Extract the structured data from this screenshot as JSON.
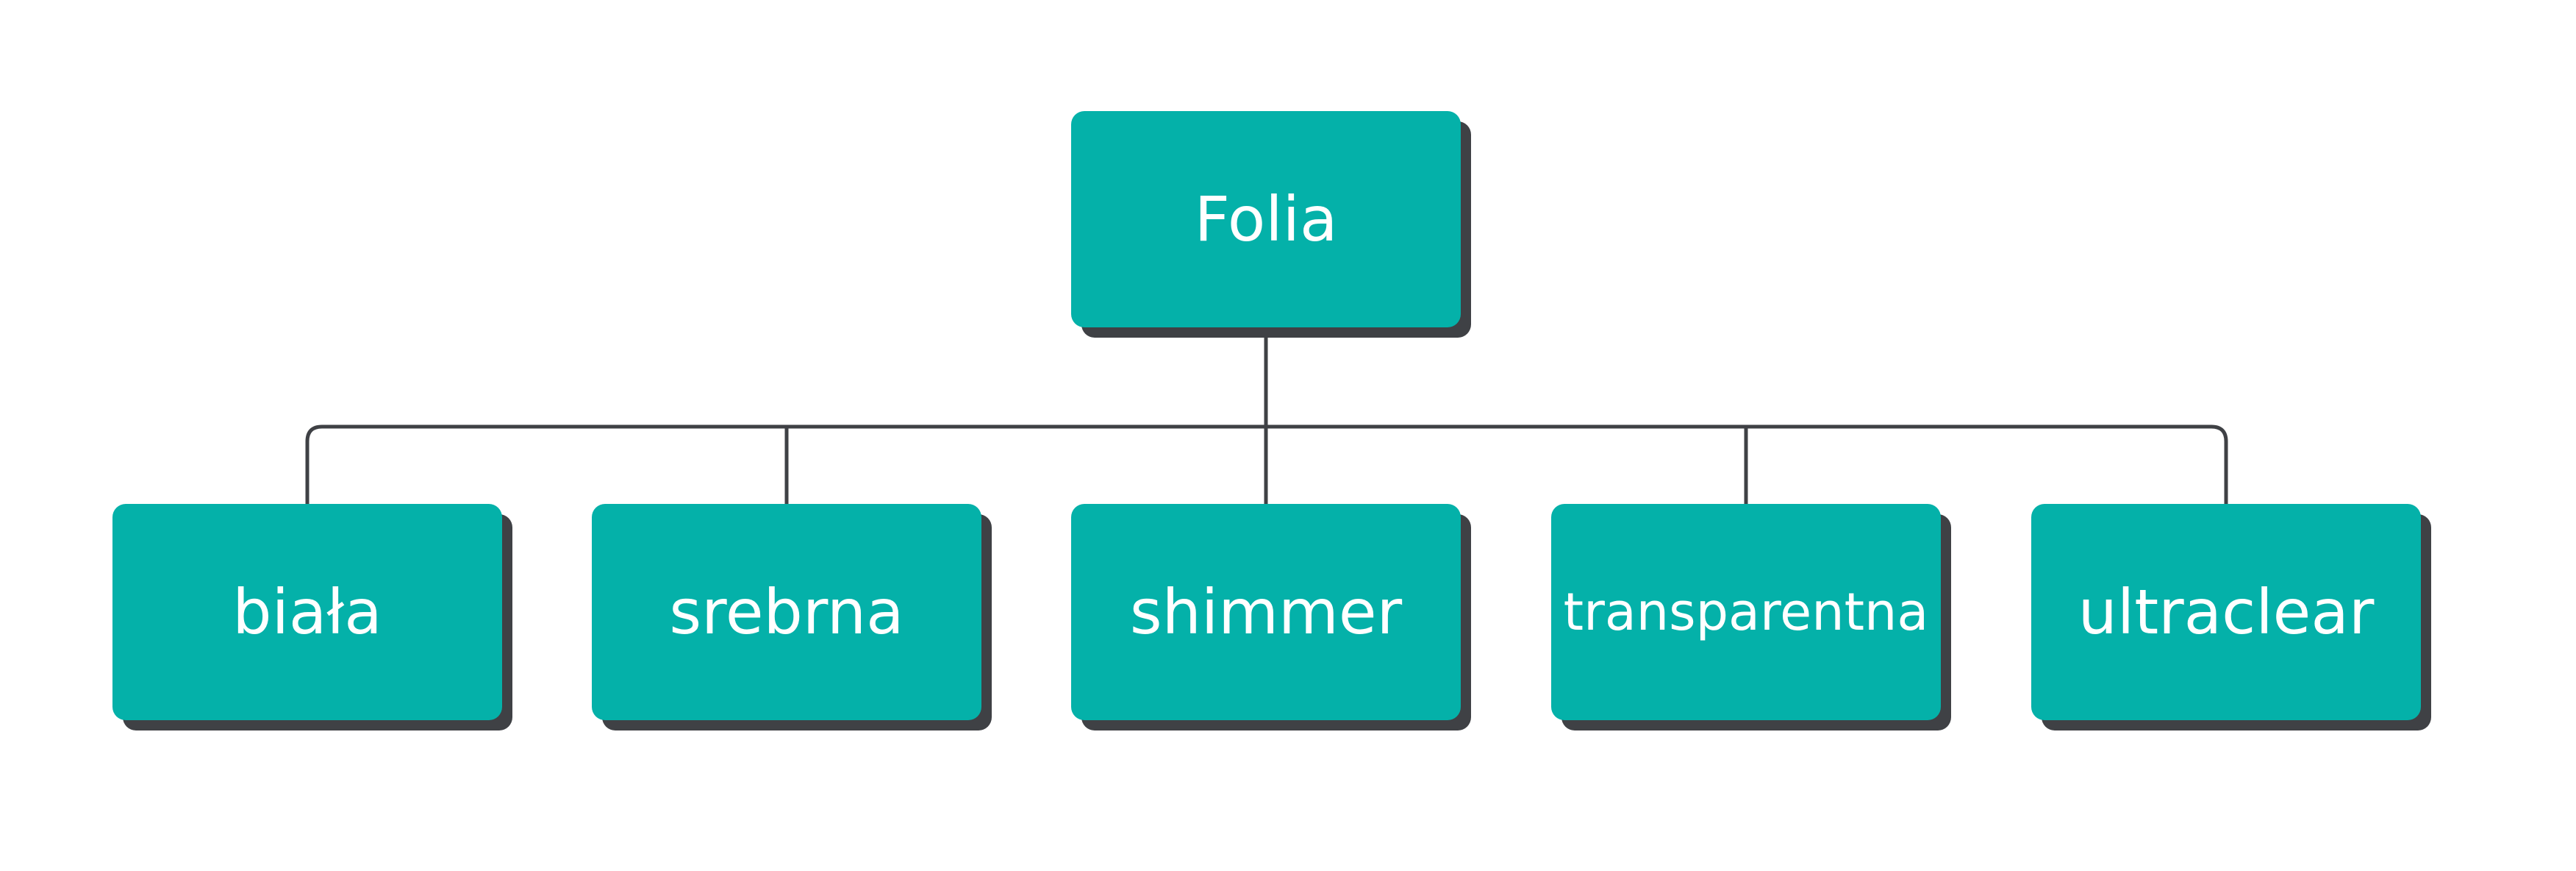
{
  "diagram": {
    "colors": {
      "node_fill": "#04b1a9",
      "node_shadow": "#3f4145",
      "connector": "#3f4145",
      "label": "#ffffff",
      "background": "#ffffff"
    },
    "root": {
      "label": "Folia"
    },
    "children": [
      {
        "label": "biała"
      },
      {
        "label": "srebrna"
      },
      {
        "label": "shimmer"
      },
      {
        "label": "transparentna"
      },
      {
        "label": "ultraclear"
      }
    ]
  }
}
